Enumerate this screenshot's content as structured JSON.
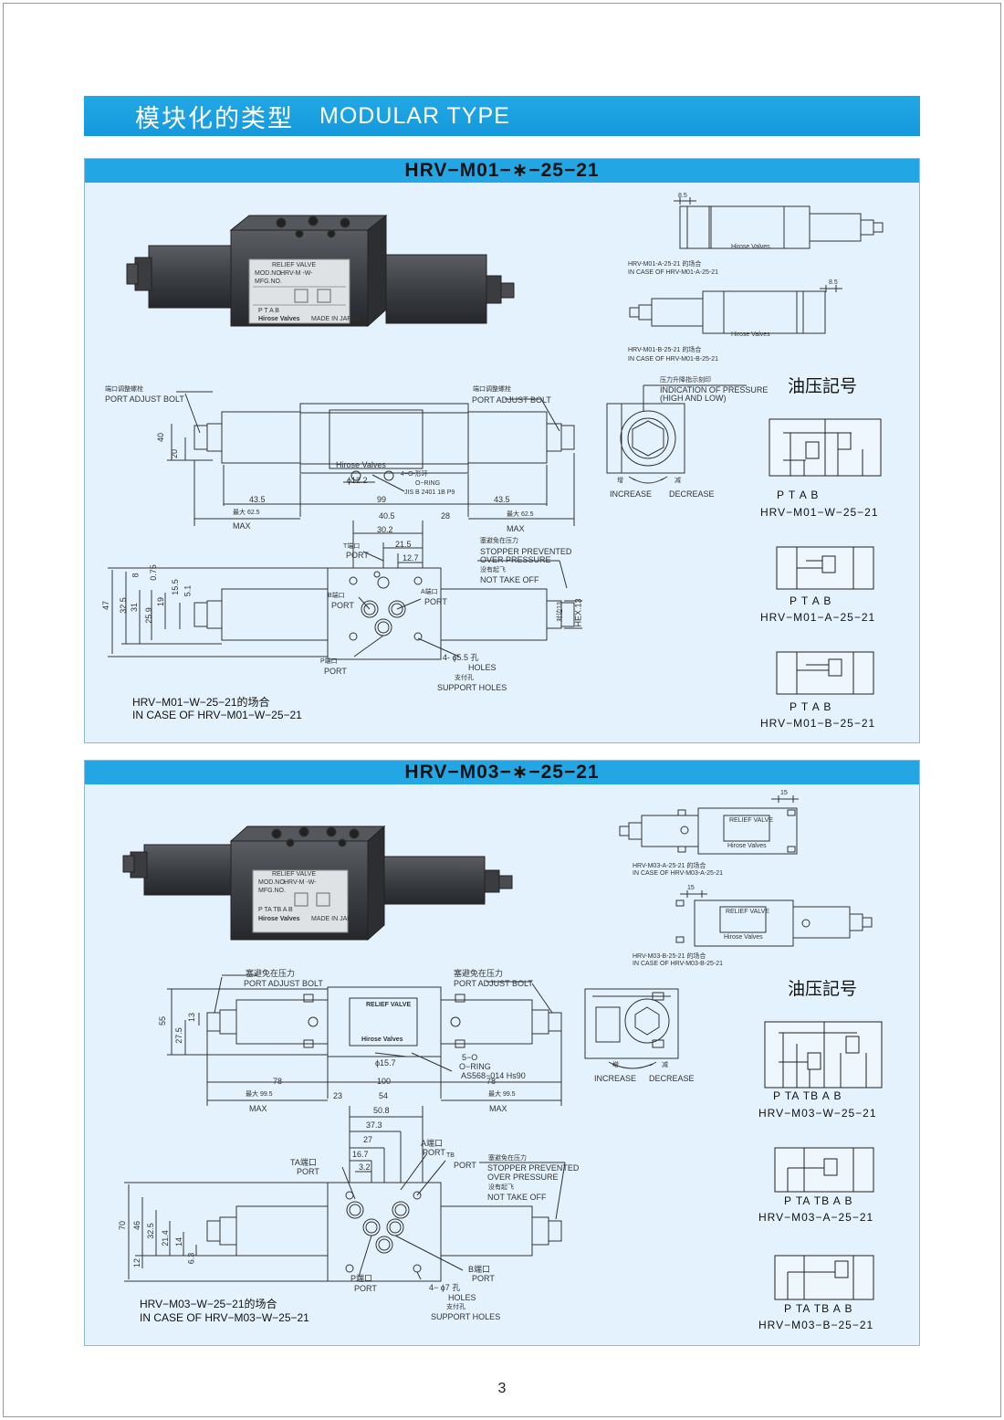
{
  "header": {
    "title_cn": "模块化的类型",
    "title_en": "MODULAR TYPE"
  },
  "section1": {
    "title": "HRV−M01−∗−25−21",
    "photo": {
      "plate_title": "RELIEF VALVE",
      "plate_mod": "MOD.NO.",
      "plate_mod_val": "HRV-M   -W-",
      "plate_mfg": "MFG.NO.",
      "plate_ports": "P    T    A    B",
      "plate_brand": "Hirose Valves",
      "plate_made": "MADE IN JAPAN"
    },
    "thumb_a": {
      "dim": "8.5",
      "brand": "Hirose Valves",
      "cap_cn": "HRV-M01-A-25-21 的场合",
      "cap_en": "IN CASE OF HRV-M01-A-25-21"
    },
    "thumb_b": {
      "dim": "8.5",
      "brand": "Hirose Valves",
      "cap_cn": "HRV-M01-B-25-21 的场合",
      "cap_en": "IN CASE OF HRV-M01-B-25-21"
    },
    "top_view": {
      "bolt_left_cn": "端口调整螺栓",
      "bolt_left_en": "PORT ADJUST BOLT",
      "bolt_right_cn": "端口调整螺栓",
      "bolt_right_en": "PORT ADJUST BOLT",
      "h40": "40",
      "h20": "20",
      "brand": "Hirose Valves",
      "oring_cn": "4−O-形环",
      "oring_en": "O−RING",
      "oring_std": "JIS B 2401 1B P9",
      "phi": "ϕ12.2",
      "d_left": "43.5",
      "d_mid": "99",
      "d_right": "43.5",
      "max_left": "最大 62.5",
      "max_right": "最大 62.5",
      "max_left_en": "MAX",
      "max_right_en": "MAX",
      "d40_5": "40.5",
      "d28": "28"
    },
    "side_view": {
      "title_cn": "压力升降指示刻印",
      "title_en1": "INDICATION OF PRESSURE",
      "title_en2": "(HIGH AND LOW)",
      "inc_cn": "增",
      "dec_cn": "减",
      "increase": "INCREASE",
      "decrease": "DECREASE"
    },
    "bottom_view": {
      "d30_2": "30.2",
      "d21_5": "21.5",
      "d12_7": "12.7",
      "t_port_cn": "T端口",
      "t_port_en": "PORT",
      "stopper_cn": "塞避免在压力",
      "stopper_en1": "STOPPER PREVENTED",
      "stopper_en2": "OVER PRESSURE",
      "noff_cn": "没有起飞",
      "noff_en": "NOT TAKE OFF",
      "b_port_cn": "B端口",
      "b_port_en": "PORT",
      "a_port_cn": "A端口",
      "a_port_en": "PORT",
      "p_port_cn": "P端口",
      "p_port_en": "PORT",
      "holes_spec": "4- ϕ5.5 孔",
      "holes_en": "HOLES",
      "support_cn": "支付孔",
      "support_en": "SUPPORT HOLES",
      "hex_cn": "对边13",
      "hex_en": "HEX.13",
      "v47": "47",
      "v32_5": "32.5",
      "v31": "31",
      "v25_9": "25.9",
      "v19": "19",
      "v15_5": "15.5",
      "v8": "8",
      "v0_75": "0.75",
      "v5_1": "5.1"
    },
    "caption_cn": "HRV−M01−W−25−21的场合",
    "caption_en": "IN CASE OF HRV−M01−W−25−21",
    "symbols": {
      "title": "油压記号",
      "w_ports": "P  T       A        B",
      "w_name": "HRV−M01−W−25−21",
      "a_ports": "P  T       A  B",
      "a_name": "HRV−M01−A−25−21",
      "b_ports": "P  T  A        B",
      "b_name": "HRV−M01−B−25−21"
    }
  },
  "section2": {
    "title": "HRV−M03−∗−25−21",
    "photo": {
      "plate_title": "RELIEF VALVE",
      "plate_mod": "MOD.NO.",
      "plate_mod_val": "HRV-M   -W-",
      "plate_mfg": "MFG.NO.",
      "plate_ports": "P   TA  TB  A  B",
      "plate_brand": "Hirose Valves",
      "plate_made": "MADE IN JAPAN"
    },
    "thumb_a": {
      "dim": "15",
      "plate": "RELIEF VALVE",
      "brand": "Hirose Valves",
      "cap_cn": "HRV-M03-A-25-21 的场合",
      "cap_en": "IN CASE OF HRV-M03-A-25-21"
    },
    "thumb_b": {
      "dim": "15",
      "plate": "RELIEF VALVE",
      "brand": "Hirose Valves",
      "cap_cn": "HRV-M03-B-25-21 的场合",
      "cap_en": "IN CASE OF HRV-M03-B-25-21"
    },
    "top_view": {
      "bolt_left_cn": "塞避免在压力",
      "bolt_left_en": "PORT ADJUST BOLT",
      "bolt_right_cn": "塞避免在压力",
      "bolt_right_en": "PORT ADJUST BOLT",
      "h55": "55",
      "h27_5": "27.5",
      "h13": "13",
      "plate": "RELIEF VALVE",
      "brand": "Hirose Valves",
      "phi": "ϕ15.7",
      "oring_cn": "5−O",
      "oring_en": "O−RING",
      "oring_std": "AS568−014 Hs90",
      "d_left": "78",
      "d_mid": "100",
      "d_right": "78",
      "max_left": "最大 99.5",
      "max_right": "最大 99.5",
      "max_left_en": "MAX",
      "max_right_en": "MAX",
      "d23": "23",
      "d54": "54"
    },
    "side_view": {
      "inc_cn": "增",
      "dec_cn": "减",
      "increase": "INCREASE",
      "decrease": "DECREASE"
    },
    "bottom_view": {
      "d50_8": "50.8",
      "d37_3": "37.3",
      "d27": "27",
      "d16_7": "16.7",
      "d3_2": "3.2",
      "ta_port_cn": "TA端口",
      "ta_port_en": "PORT",
      "a_port_cn": "A端口",
      "a_port_en": "PORT",
      "tb_port_cn": "TB",
      "tb_port_en": "PORT",
      "stopper_cn": "塞避免在压力",
      "stopper_en1": "STOPPER PREVENTED",
      "stopper_en2": "OVER PRESSURE",
      "noff_cn": "没有起飞",
      "noff_en": "NOT TAKE OFF",
      "b_port_cn": "B端口",
      "b_port_en": "PORT",
      "p_port_cn": "P端口",
      "p_port_en": "PORT",
      "holes_spec": "4− ϕ7 孔",
      "holes_en": "HOLES",
      "support_cn": "支付孔",
      "support_en": "SUPPORT HOLES",
      "v70": "70",
      "v46": "46",
      "v32_5": "32.5",
      "v21_4": "21.4",
      "v14": "14",
      "v6_3": "6.3",
      "v12": "12"
    },
    "caption_cn": "HRV−M03−W−25−21的场合",
    "caption_en": "IN CASE OF HRV−M03−W−25−21",
    "symbols": {
      "title": "油压記号",
      "w_ports": "P TA TB     A      B",
      "w_name": "HRV−M03−W−25−21",
      "a_ports": "P TA TB     A  B",
      "a_name": "HRV−M03−A−25−21",
      "b_ports": "P TA TB A      B",
      "b_name": "HRV−M03−B−25−21"
    }
  },
  "footer": {
    "page_number": "3"
  }
}
